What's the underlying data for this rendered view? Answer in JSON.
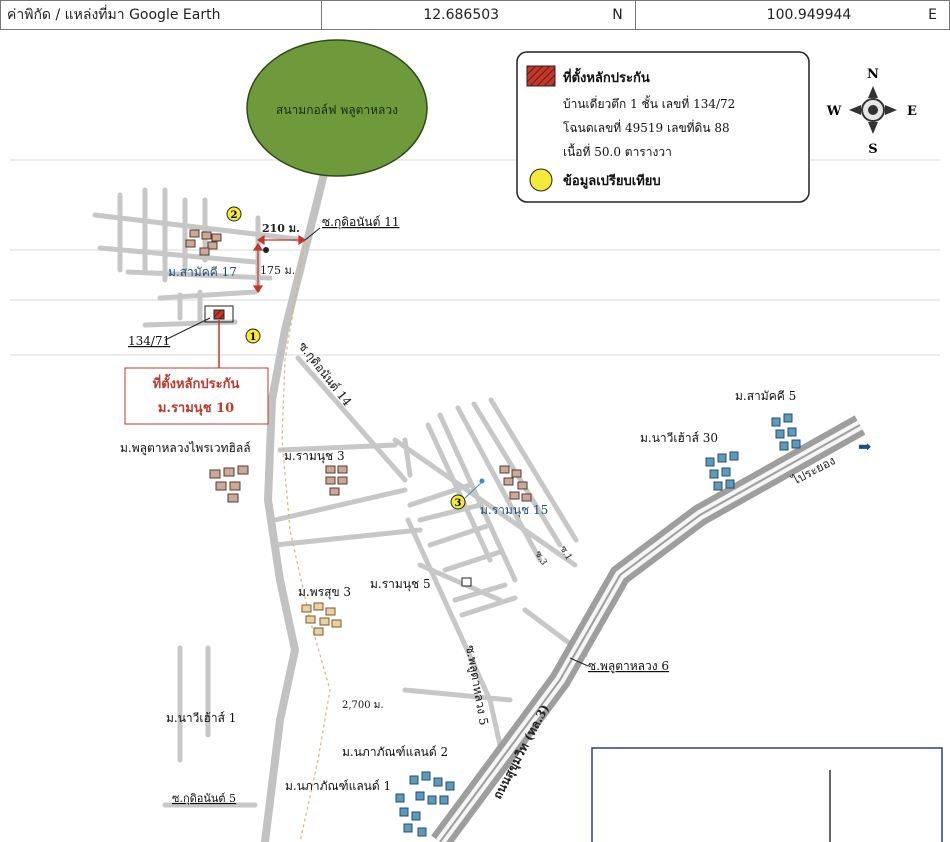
{
  "header": {
    "source_label": "ค่าพิกัด / แหล่งที่มา Google Earth",
    "latitude": "12.686503",
    "lat_dir": "N",
    "longitude": "100.949944",
    "lon_dir": "E"
  },
  "legend": {
    "title": "ที่ตั้งหลักประกัน",
    "line1": "บ้านเดี่ยวตึก 1 ชั้น  เลขที่  134/72",
    "line2": "โฉนดเลขที่ 49519  เลขที่ดิน 88",
    "line3": "เนื้อที่ 50.0 ตารางวา",
    "comparison": "ข้อมูลเปรียบเทียบ"
  },
  "compass": {
    "n": "N",
    "s": "S",
    "e": "E",
    "w": "W"
  },
  "golf_course": "สนามกอล์ฟ พลูตาหลวง",
  "labels": {
    "soi_kuchon_11": "ซ.กุดิอนันต์ 11",
    "dist_210": "210 ม.",
    "dist_175": "175 ม.",
    "dist_2700": "2,700 ม.",
    "sammakkhi_17": "ม.สามัคคี 17",
    "plot_134_71": "134/71",
    "subject_title": "ที่ตั้งหลักประกัน",
    "subject_village": "ม.รามนุช 10",
    "soi_kuchon_14": "ซ.กุดิอนันต์ 14",
    "plutaluang_pine": "ม.พลูตาหลวงไพรเวทฮิลล์",
    "ramnut_3": "ม.รามนุช 3",
    "ramnut_15": "ม.รามนุช 15",
    "ramnut_5": "ม.รามนุช 5",
    "phonsuk_3": "ม.พรสุข 3",
    "sammakkhi_5": "ม.สามัคคี 5",
    "nawee_30": "ม.นาวีเฮ้าส์ 30",
    "to_rayong": "ไประยอง",
    "soi_plutaluang_6": "ซ.พลูตาหลวง 6",
    "soi_plutaluang_5": "ซ.พลูตาหลวง 5",
    "sukhumvit": "ถนนสุขุมวิท (ทล.3)",
    "nawee_1": "ม.นาวีเฮ้าส์ 1",
    "napa_2": "ม.นภาภัณฑ์แลนด์ 2",
    "napa_1": "ม.นภาภัณฑ์แลนด์ 1",
    "soi_kuchon_5": "ซ.กุดิอนันต์ 5",
    "soi_a": "ซ.1",
    "soi_b": "ซ.3"
  },
  "markers": {
    "m1": "1",
    "m2": "2",
    "m3": "3"
  },
  "colors": {
    "golf": "#6f9a3c",
    "subject": "#c0392b",
    "comparison": "#f5e93a",
    "road": "#bdbdbd",
    "highway": "#a8a8a8",
    "house_brown": "#caa89a",
    "house_beige": "#ead1a5",
    "house_blue": "#5f9bb8"
  }
}
